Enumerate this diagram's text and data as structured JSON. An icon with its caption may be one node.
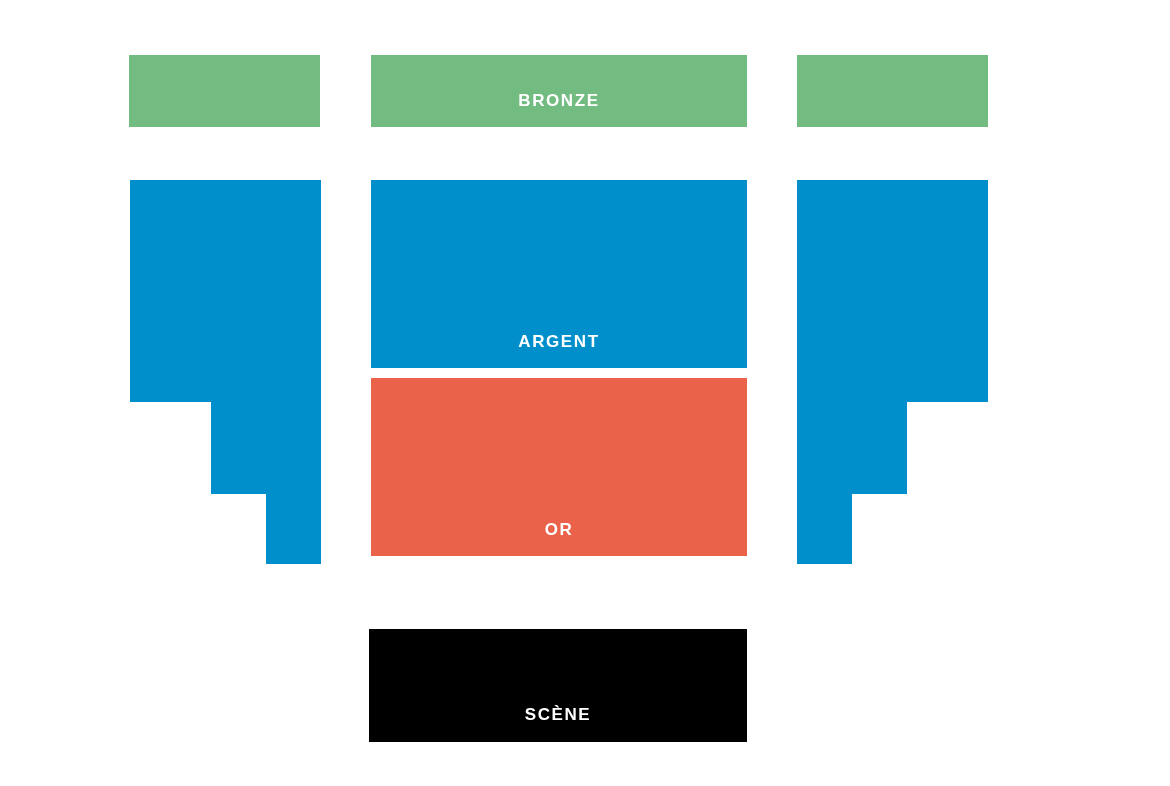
{
  "diagram": {
    "nodes": [
      {
        "text": [],
        "shape": "box"
      },
      {
        "text": [
          "BRONZE"
        ]
      },
      {
        "text": [],
        "shape": "box"
      },
      {
        "text": [],
        "shape": "box"
      },
      {
        "text": [
          "ARGENT"
        ]
      },
      {
        "text": [],
        "shape": "box"
      },
      {
        "text": [
          "OR"
        ]
      },
      {
        "text": [
          "SCÈNE"
        ]
      }
    ]
  }
}
